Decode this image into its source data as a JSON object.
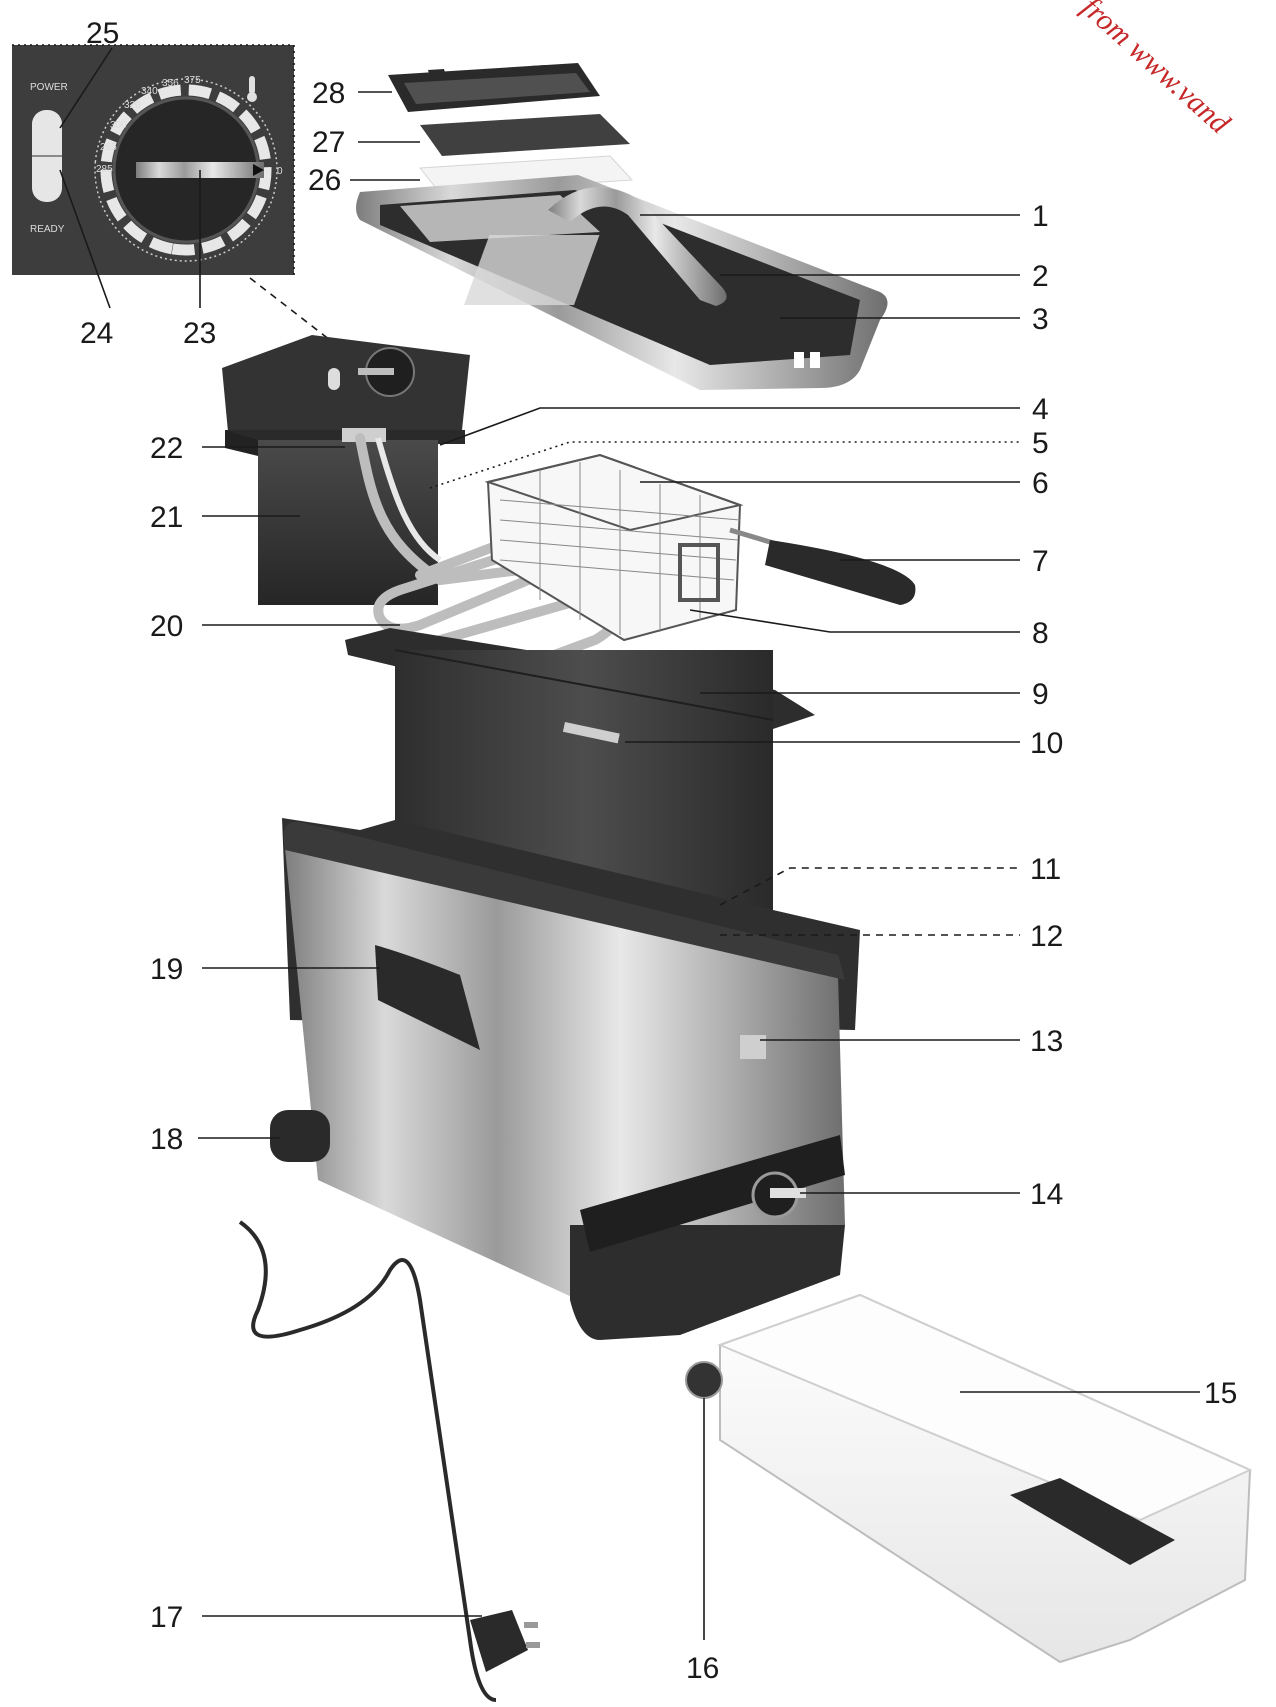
{
  "watermark": "from www.vand",
  "inset": {
    "power_label": "POWER",
    "ready_label": "READY",
    "dial_scale": [
      "285",
      "265",
      "300",
      "320",
      "340",
      "356",
      "375"
    ],
    "dial_off": "0",
    "thermometer_icon": "thermometer-icon"
  },
  "part_labels": {
    "p1": "1",
    "p2": "2",
    "p3": "3",
    "p4": "4",
    "p5": "5",
    "p6": "6",
    "p7": "7",
    "p8": "8",
    "p9": "9",
    "p10": "10",
    "p11": "11",
    "p12": "12",
    "p13": "13",
    "p14": "14",
    "p15": "15",
    "p16": "16",
    "p17": "17",
    "p18": "18",
    "p19": "19",
    "p20": "20",
    "p21": "21",
    "p22": "22",
    "p23": "23",
    "p24": "24",
    "p25": "25",
    "p26": "26",
    "p27": "27",
    "p28": "28"
  },
  "colors": {
    "dark_panel": "#3a3a3a",
    "steel": "#b8b8b8",
    "plastic_white": "#f4f4f4",
    "watermark": "#c62828"
  }
}
